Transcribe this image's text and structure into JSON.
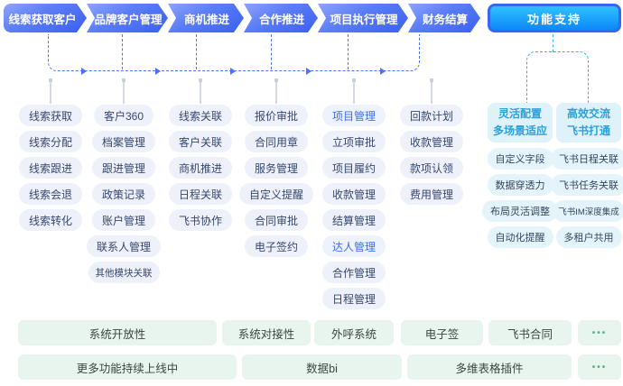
{
  "flow_steps": [
    "线索获取客户",
    "品牌客户管理",
    "商机推进",
    "合作推进",
    "项目执行管理",
    "财务结算"
  ],
  "support_button": "功能支持",
  "feature_columns": [
    {
      "items": [
        "线索获取",
        "线索分配",
        "线索跟进",
        "线索会退",
        "线索转化"
      ]
    },
    {
      "items": [
        "客户360",
        "档案管理",
        "跟进管理",
        "政策记录",
        "账户管理",
        "联系人管理",
        "其他模块关联"
      ]
    },
    {
      "items": [
        "线索关联",
        "客户关联",
        "商机推进",
        "日程关联",
        "飞书协作"
      ]
    },
    {
      "items": [
        "报价审批",
        "合同用章",
        "服务管理",
        "自定义提醒",
        "合同审批",
        "电子签约"
      ]
    },
    {
      "items": [
        "项目管理",
        "立项审批",
        "项目履约",
        "收款管理",
        "结算管理",
        "达人管理",
        "合作管理",
        "日程管理"
      ]
    },
    {
      "items": [
        "回款计划",
        "收款管理",
        "款项认领",
        "费用管理"
      ]
    }
  ],
  "highlighted_items": [
    "项目管理",
    "达人管理"
  ],
  "support_groups": [
    {
      "title_line1": "灵活配置",
      "title_line2": "多场景适应",
      "items": [
        "自定义字段",
        "数据穿透力",
        "布局灵活调整",
        "自动化提醒"
      ]
    },
    {
      "title_line1": "高效交流",
      "title_line2": "飞书打通",
      "items": [
        "飞书日程关联",
        "飞书任务关联",
        "飞书IM深度集成",
        "多租户共用"
      ]
    }
  ],
  "bottom_row1": [
    "系统开放性",
    "系统对接性",
    "外呼系统",
    "电子签",
    "飞书合同",
    "•••"
  ],
  "bottom_row2": [
    "更多功能持续上线中",
    "数据bi",
    "多维表格插件",
    "•••"
  ],
  "colors": {
    "flow_blue_gradient_top": "#8fa4fa",
    "flow_blue_gradient_bottom": "#3a5ff0",
    "support_border_blue": "#3767f2",
    "support_fill_top": "#2fc2ff",
    "support_fill_bottom": "#0d87f8",
    "connector_blue": "#4b74f4",
    "connector_cyan": "#2ab5ea",
    "pill_bg": "#eef1f9",
    "pill_text": "#36476e",
    "highlight_text": "#3f6ef4",
    "support_head_bg": "#dff1f9",
    "support_head_text": "#2aa0da",
    "support_pill_bg": "#e5f4fb",
    "green_bar_bg": "#e8f4ee",
    "green_dots": "#5bb287"
  }
}
